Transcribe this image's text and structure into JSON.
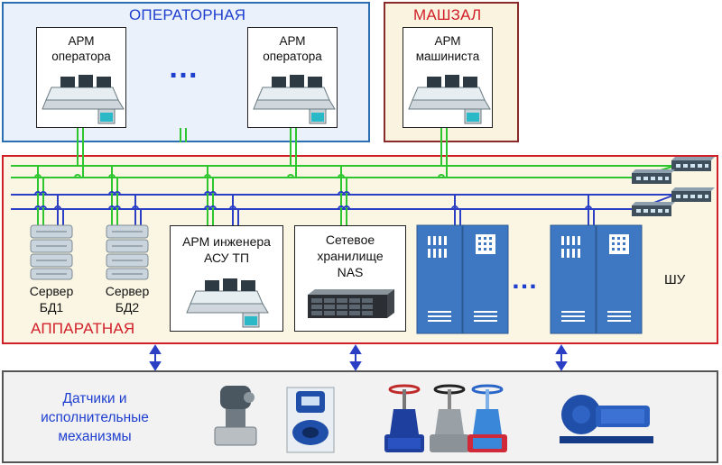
{
  "zones": {
    "operator_room": {
      "title": "ОПЕРАТОРНАЯ"
    },
    "machine_hall": {
      "title": "МАШЗАЛ"
    },
    "equipment_room": {
      "title": "АППАРАТНАЯ"
    },
    "field": {
      "title": "Датчики и\nисполнительные\nмеханизмы"
    }
  },
  "workstations": {
    "operator_1": "АРМ\nоператора",
    "operator_2": "АРМ\nоператора",
    "ellipsis": "…",
    "driver": "АРМ\nмашиниста",
    "engineer": "АРМ инженера\nАСУ ТП"
  },
  "servers": {
    "db1": "Сервер\nБД1",
    "db2": "Сервер\nБД2"
  },
  "nas": {
    "label": "Сетевое\nхранилище\nNAS"
  },
  "cabinets": {
    "label": "ШУ",
    "ellipsis": "…"
  },
  "colors": {
    "operator_border": "#2b6fb0",
    "operator_bg": "#eaf1fb",
    "machine_border": "#8b2a2a",
    "machine_bg": "#f9f3df",
    "equipment_border": "#d11f2a",
    "equipment_bg": "#fbf6e3",
    "field_bg": "#f2f2f2",
    "green_bus": "#2ec62e",
    "blue_bus": "#2a3fc4",
    "blue_text": "#1f3fcf",
    "red_text": "#d11f2a",
    "cabinet": "#3f78c2"
  }
}
